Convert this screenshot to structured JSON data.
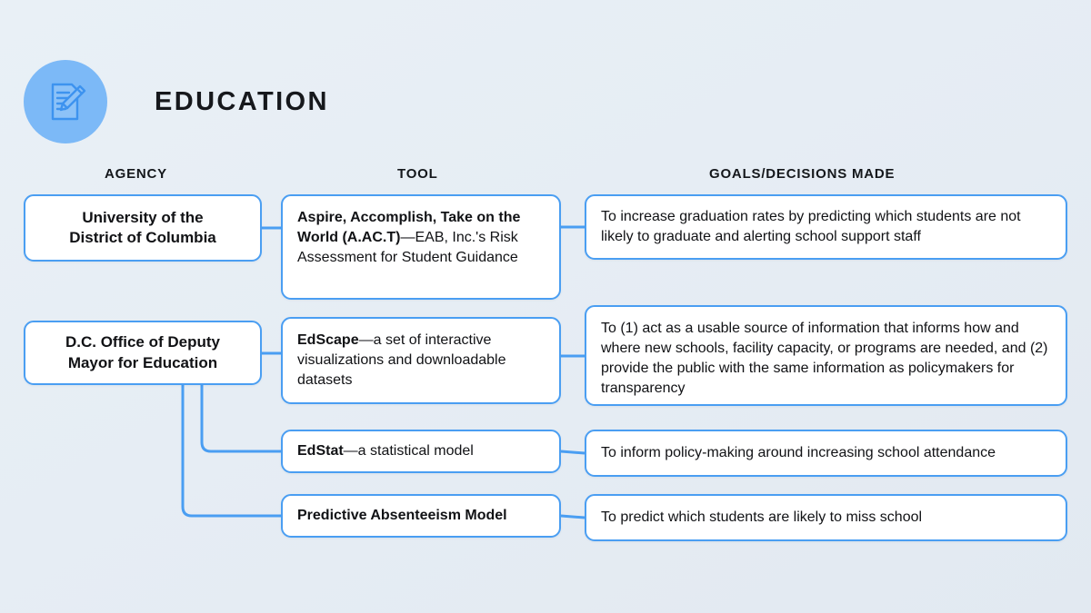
{
  "header": {
    "title": "EDUCATION",
    "icon": "document-pencil-icon"
  },
  "columns": {
    "agency": "AGENCY",
    "tool": "TOOL",
    "goals": "GOALS/DECISIONS MADE"
  },
  "colors": {
    "accent": "#4a9ef2",
    "icon_circle": "#7cb9f7",
    "background": "#e6edf4",
    "box_fill": "#ffffff",
    "text": "#111215"
  },
  "rows": [
    {
      "agency": "University of the\nDistrict of Columbia",
      "agency_line1": "University of the",
      "agency_line2": "District of Columbia",
      "tool_bold": "Aspire, Accomplish, Take on the World (A.AC.T)",
      "tool_rest": "—EAB, Inc.'s Risk Assessment for Student Guidance",
      "goal": "To increase graduation rates by predicting which students are not likely to graduate and alerting school support staff"
    },
    {
      "agency": "D.C. Office of Deputy\nMayor for Education",
      "agency_line1": "D.C. Office of Deputy",
      "agency_line2": "Mayor for Education",
      "tool_bold": "EdScape",
      "tool_rest": "—a set of interactive visualizations and downloadable datasets",
      "goal": "To (1) act as a usable source of information that informs how and where new schools, facility capacity, or programs are needed, and (2) provide the public with the same information as policymakers for transparency"
    },
    {
      "agency": null,
      "tool_bold": "EdStat",
      "tool_rest": "—a statistical model",
      "goal": "To inform policy-making around increasing school attendance"
    },
    {
      "agency": null,
      "tool_bold": "Predictive Absenteeism Model",
      "tool_rest": "",
      "goal": "To predict which students are likely to miss school"
    }
  ]
}
